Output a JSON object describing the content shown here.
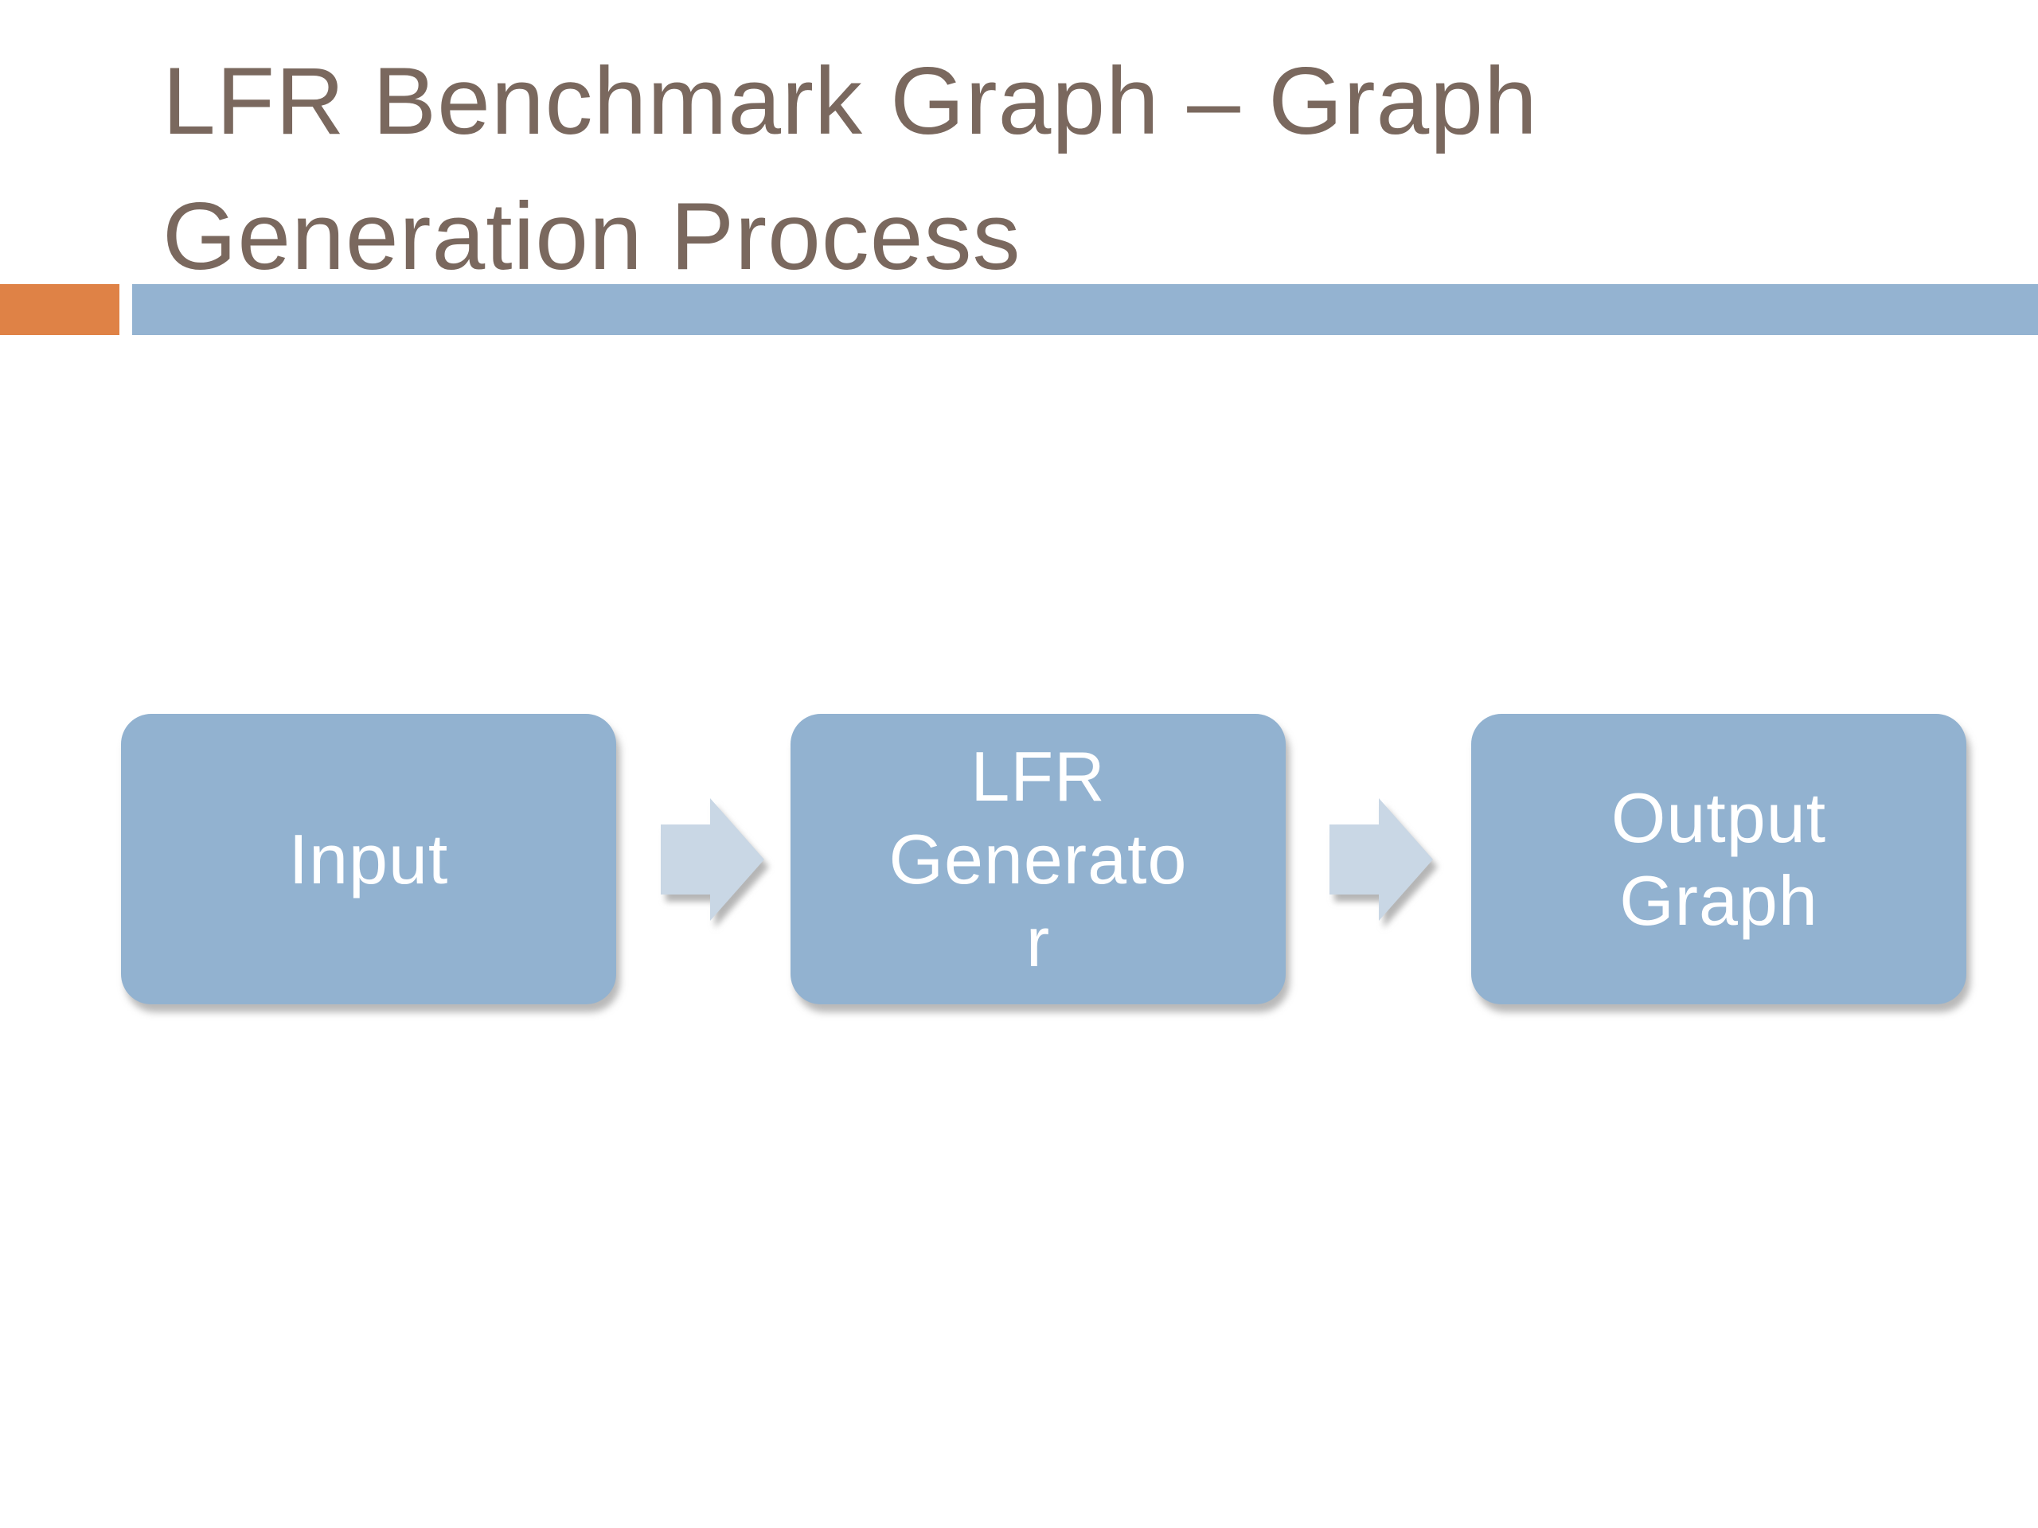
{
  "slide": {
    "background": "#FFFFFF",
    "title": {
      "text": "LFR Benchmark Graph – Graph Generation Process",
      "lines": [
        "LFR Benchmark Graph – Graph",
        "Generation Process"
      ],
      "color": "#7A685E"
    },
    "accent_bar": {
      "orange_block_color": "#DF8246",
      "blue_bar_color": "#94B3D1"
    },
    "diagram": {
      "type": "process-flow",
      "nodes": [
        {
          "id": "input",
          "label": "Input",
          "lines": [
            "Input"
          ]
        },
        {
          "id": "lfr-generator",
          "label": "LFR Generator",
          "lines": [
            "LFR",
            "Generato",
            "r"
          ]
        },
        {
          "id": "output-graph",
          "label": "Output Graph",
          "lines": [
            "Output",
            "Graph"
          ]
        }
      ],
      "connectors": [
        {
          "from": "input",
          "to": "lfr-generator",
          "icon": "right-block-arrow"
        },
        {
          "from": "lfr-generator",
          "to": "output-graph",
          "icon": "right-block-arrow"
        }
      ],
      "colors": {
        "node_fill": "#92B2D0",
        "node_text": "#FFFFFF",
        "arrow_fill": "#C9D7E5"
      }
    }
  }
}
